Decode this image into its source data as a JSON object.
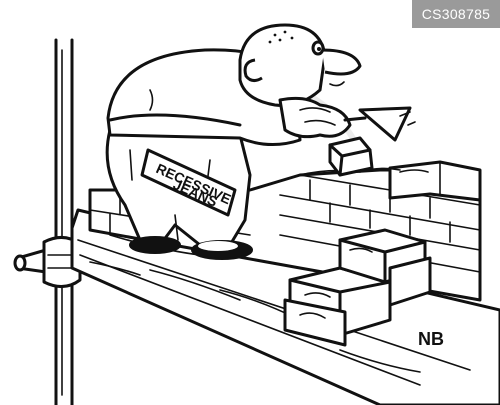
{
  "watermark": {
    "code": "CS308785"
  },
  "cartoon": {
    "jeans_label_line1": "RECESSIVE",
    "jeans_label_line2": "JEANS",
    "signature": "NB"
  }
}
